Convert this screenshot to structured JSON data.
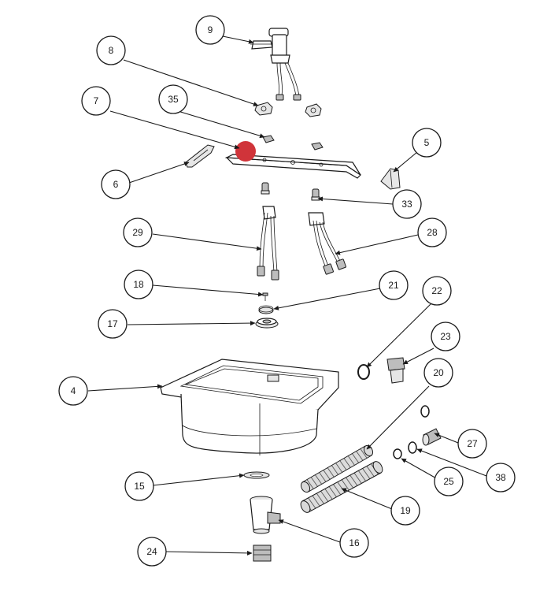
{
  "diagram": {
    "callouts": [
      "9",
      "8",
      "35",
      "7",
      "5",
      "6",
      "33",
      "29",
      "28",
      "18",
      "21",
      "22",
      "17",
      "23",
      "20",
      "4",
      "27",
      "15",
      "25",
      "38",
      "19",
      "16",
      "24"
    ],
    "highlight_color": "#d0343a",
    "line_color": "#1a1a1a"
  }
}
